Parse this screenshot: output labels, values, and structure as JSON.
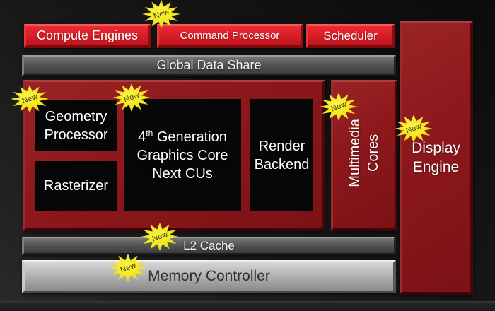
{
  "slide": {
    "badge_label": "New",
    "colors": {
      "bright_red": "#da1f28",
      "dark_red": "#8d181c",
      "bar_gray": "#555555",
      "silver": "#b4b4b4",
      "black_box": "#060606",
      "badge_yellow": "#f0e413",
      "background": "#161616"
    },
    "blocks": {
      "compute_engines": "Compute Engines",
      "command_processor": "Command Processor",
      "scheduler": "Scheduler",
      "global_data_share": "Global Data Share",
      "geometry_processor": "Geometry Processor",
      "rasterizer": "Rasterizer",
      "gcn": {
        "num": "4",
        "sup": "th",
        "rest": " Generation Graphics Core Next CUs"
      },
      "render_backend": "Render Backend",
      "multimedia_cores": "Multimedia Cores",
      "display_engine": "Display Engine",
      "l2_cache": "L2 Cache",
      "memory_controller": "Memory Controller"
    }
  }
}
